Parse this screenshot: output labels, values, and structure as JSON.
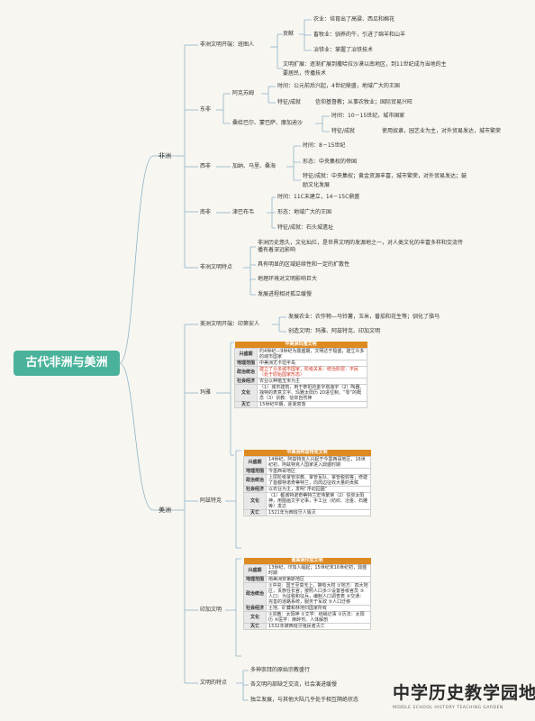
{
  "root": "古代非洲与美洲",
  "africa": {
    "label": "非洲",
    "art": {
      "label": "非洲文明开端：班图人",
      "contrib": {
        "label": "贡献",
        "items": [
          "农业：培育出了高粱、西瓜和棉花",
          "畜牧业：驯养的牛，引进了绵羊和山羊",
          "冶铁业：掌握了冶铁技术"
        ]
      },
      "spread": [
        "文明扩展：逐渐扩展到撒哈拉沙漠以南地区，到11世纪成为当地的主",
        "要居民，传播技术"
      ]
    },
    "east": {
      "label": "东非",
      "aksum": {
        "label": "阿克苏姆",
        "time": "时间：公元前后兴起，4世纪鼎盛，地域广大的王国",
        "feature": "特征/成就",
        "feature_text": "信仰基督教；从事农牧业；国际贸易兴旺"
      },
      "kilwa": {
        "label": "桑给巴尔、蒙巴萨、摩加迪沙",
        "time": "时间：10－15世纪，城市国家",
        "feature": "特征/成就",
        "feature_text": "使用奴隶，园艺业为主，对外贸易发达，城市繁荣"
      }
    },
    "west": {
      "label": "西非",
      "states": "加纳、马里、桑海",
      "time": "时间：8－15世纪",
      "form": "形态：中央集权的帝国",
      "feature": [
        "特征/成就：中央集权；黄金资源丰富，城市繁荣，对外贸易发达；鼓",
        "励文化发展"
      ]
    },
    "south": {
      "label": "南非",
      "state": "津巴布韦",
      "time": "时间：11C末建立，14－15C鼎盛",
      "form": "形态：地域广大的王国",
      "feature": "特征/成就：石头城遗址"
    },
    "traits": {
      "label": "非洲文明特点",
      "items": [
        "非洲历史悠久，文化灿烂，是世界文明的发源地之一，对人类文化的丰富多样和交流传播有着深远影响",
        "具有明显的区域延续性和一定的扩散性",
        "地理环境对文明影响巨大",
        "发展进程相对孤立缓慢"
      ]
    }
  },
  "america": {
    "label": "美洲",
    "origin": {
      "label": "美洲文明开端：印第安人",
      "agri": "发展农业：农作物—马铃薯，玉米，番茄和花生等；驯化了骆马",
      "culture": "创造文明：玛雅、阿兹特克、印加文明"
    },
    "maya": {
      "label": "玛雅",
      "table_title": "中美洲玛雅文明",
      "rows": [
        {
          "h": "兴盛期",
          "v": "约4世纪—9世纪为鼎盛期，文明达于极盛，建立众多的城市国家"
        },
        {
          "h": "地理范围",
          "v": "中美洲尤卡坦半岛"
        },
        {
          "h": "政治统治",
          "v": "建立了众多城市国家，阶级关系：统治阶层：平民（处于原始国家形态）"
        },
        {
          "h": "社会经济",
          "v": "农业以种植玉米为主"
        },
        {
          "h": "文化",
          "v": "（1）城市建筑，用于祭祀的金字塔庙宇（2）陶器、独特的表意文字、玛雅太阳历 20进位制、“零”的概念（3）宗教：信仰自然神"
        },
        {
          "h": "灭亡",
          "v": "15世纪中期，逐渐衰落"
        }
      ]
    },
    "aztec": {
      "label": "阿兹特克",
      "table_title": "中美洲阿兹特克文明",
      "rows": [
        {
          "h": "兴盛期",
          "v": "14世纪，阿兹特克人兴起于今墨西哥地区，16世纪初，阿兹特克人国家进入鼎盛时期"
        },
        {
          "h": "地理范围",
          "v": "今墨西哥地区"
        },
        {
          "h": "政治统治",
          "v": "上层阶级掌管宗教、掌管军队、掌管税收等；修建了首都特诺奇蒂特兰，向周边征收大量的贡赋"
        },
        {
          "h": "社会经济",
          "v": "以农业为主，发明“浮动园圃”"
        },
        {
          "h": "文化",
          "v": "（1）都城特诺奇蒂特兰宏伟繁荣（2）信仰太阳神，用图画文字记事，手工业（纺织、冶金、石雕等）发达"
        },
        {
          "h": "灭亡",
          "v": "1521年为西班牙人毁灭"
        }
      ]
    },
    "inca": {
      "label": "印加文明",
      "table_title": "南美洲印加文明",
      "rows": [
        {
          "h": "兴盛期",
          "v": "13世纪，印加人崛起；15世纪末16世纪初，鼎盛时期"
        },
        {
          "h": "地理范围",
          "v": "南美洲安第斯地区"
        },
        {
          "h": "政治统治",
          "v": "①中央：国王至高无上，拥有大权 ②地方：四大地区，贵族任长官；按照人口多少设置各级官员 ③人口：为征税和征兵，编制人口调查表 ④交通：完善的道路系统，服务于军政 ⑤人口迁移"
        },
        {
          "h": "社会经济",
          "v": "土地、矿藏和林地归国家所有"
        },
        {
          "h": "文化",
          "v": "①宗教：太阳神 ②文学：结绳记事 ③历法：太阳历 ④医学：麻醉剂、人体解剖"
        },
        {
          "h": "灭亡",
          "v": "1532年被西班牙殖民者灭亡"
        }
      ]
    },
    "traits": {
      "label": "文明的特点",
      "items": [
        "多神崇拜的原始宗教盛行",
        "各文明内部缺乏交流，社会演进缓慢",
        "独立发展，与其他大陆几乎处于相互隔绝状态"
      ]
    }
  },
  "brand": {
    "title": "中学历史教学园地",
    "subtitle": "MIDDLE SCHOOL HISTORY TEACHING GARDEN"
  },
  "colors": {
    "root": "#4ab29a",
    "line": "#7aa8c0",
    "table_head": "#dd8a20",
    "highlight": "#d0321d"
  }
}
